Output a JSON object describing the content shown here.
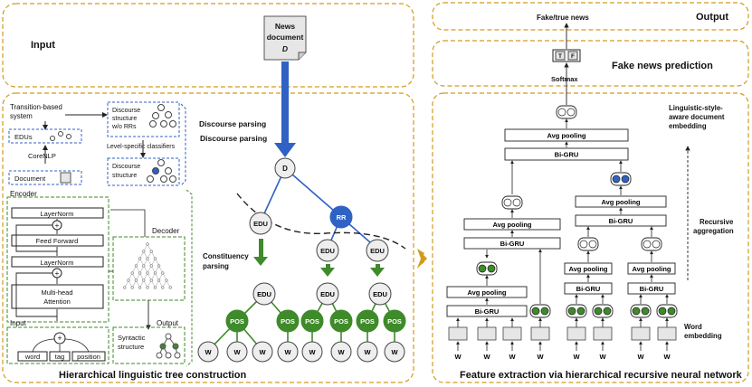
{
  "sections": {
    "input": "Input",
    "tree_construction": "Hierarchical linguistic tree construction",
    "output": "Output",
    "fake_news_prediction": "Fake news prediction",
    "feature_extraction": "Feature extraction via hierarchical recursive neural network"
  },
  "news_doc": {
    "line1": "News",
    "line2": "document",
    "line3": "D"
  },
  "discourse_parsing": "Discourse parsing",
  "constituency_parsing_1": "Constituency",
  "constituency_parsing_2": "parsing",
  "parser": {
    "transition_1": "Transition-based",
    "transition_2": "system",
    "edus": "EDUs",
    "corenlp": "CoreNLP",
    "document": "Document",
    "ds_norr_1": "Discourse",
    "ds_norr_2": "structure",
    "ds_norr_3": "w/o RRs",
    "level_classifiers": "Level-specific classifiers",
    "ds_1": "Discourse",
    "ds_2": "structure"
  },
  "encoder": {
    "label": "Encoder",
    "layernorm_top": "LayerNorm",
    "feed_forward": "Feed Forward",
    "layernorm_bottom": "LayerNorm",
    "mha_1": "Multi-head",
    "mha_2": "Attention",
    "input": "Input",
    "word": "word",
    "tag": "tag",
    "position": "position",
    "plus": "+"
  },
  "decoder": {
    "label": "Decoder",
    "output": "Output",
    "syntactic_1": "Syntactic",
    "syntactic_2": "structure"
  },
  "tree": {
    "D": "D",
    "RR": "RR",
    "EDU": "EDU",
    "POS": "POS",
    "W": "W"
  },
  "network": {
    "fake_true": "Fake/true news",
    "T": "T",
    "F": "F",
    "softmax": "Softmax",
    "avg_pooling": "Avg pooling",
    "bigru": "Bi-GRU",
    "doc_emb_1": "Linguistic-style-",
    "doc_emb_2": "aware document",
    "doc_emb_3": "embedding",
    "recursive_1": "Recursive",
    "recursive_2": "aggregation",
    "word_emb_1": "Word",
    "word_emb_2": "embedding",
    "W": "W"
  },
  "colors": {
    "orange": "#d49a1e",
    "blue": "#2f62c4",
    "green": "#3f8a2a",
    "gray": "#e6e6e6"
  }
}
